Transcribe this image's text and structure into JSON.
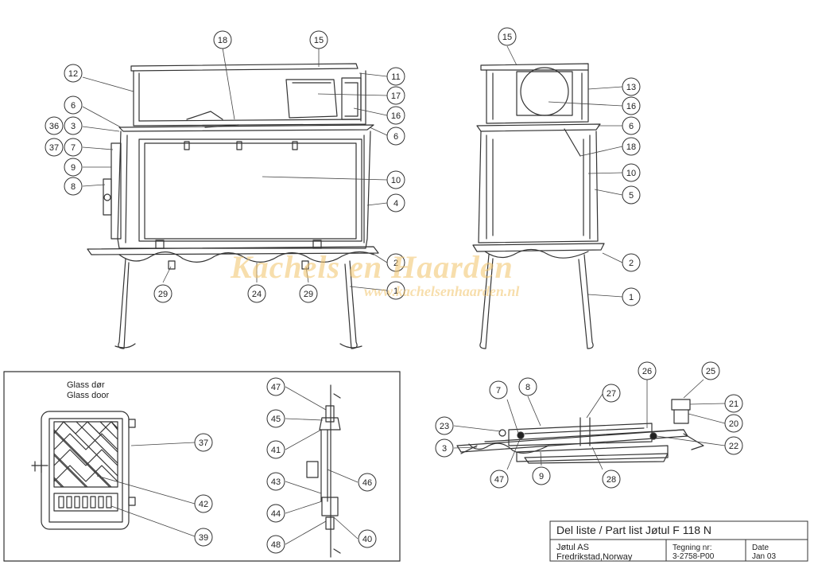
{
  "watermark": {
    "main": "Kachels en Haarden",
    "sub": "www.kachelsenhaarden.nl"
  },
  "panel": {
    "glass_door_label_no": "Glass dør",
    "glass_door_label_en": "Glass door"
  },
  "title_block": {
    "title": "Del liste / Part list Jøtul F 118 N",
    "company": "Jøtul AS",
    "location": "Fredrikstad,Norway",
    "drawing_label": "Tegning nr:",
    "drawing_number": "3-2758-P00",
    "date_label": "Date",
    "date_value": "Jan 03"
  },
  "callouts": [
    {
      "id": "front-15",
      "n": "15"
    },
    {
      "id": "front-18",
      "n": "18"
    },
    {
      "id": "front-12",
      "n": "12"
    },
    {
      "id": "front-11",
      "n": "11"
    },
    {
      "id": "front-17",
      "n": "17"
    },
    {
      "id": "front-16",
      "n": "16"
    },
    {
      "id": "front-6a",
      "n": "6"
    },
    {
      "id": "front-6b",
      "n": "6"
    },
    {
      "id": "front-36",
      "n": "36"
    },
    {
      "id": "front-3",
      "n": "3"
    },
    {
      "id": "front-37",
      "n": "37"
    },
    {
      "id": "front-7",
      "n": "7"
    },
    {
      "id": "front-9",
      "n": "9"
    },
    {
      "id": "front-8",
      "n": "8"
    },
    {
      "id": "front-10",
      "n": "10"
    },
    {
      "id": "front-4",
      "n": "4"
    },
    {
      "id": "front-2",
      "n": "2"
    },
    {
      "id": "front-1",
      "n": "1"
    },
    {
      "id": "front-29a",
      "n": "29"
    },
    {
      "id": "front-24",
      "n": "24"
    },
    {
      "id": "front-29b",
      "n": "29"
    },
    {
      "id": "side-15",
      "n": "15"
    },
    {
      "id": "side-13",
      "n": "13"
    },
    {
      "id": "side-16",
      "n": "16"
    },
    {
      "id": "side-6",
      "n": "6"
    },
    {
      "id": "side-18",
      "n": "18"
    },
    {
      "id": "side-10",
      "n": "10"
    },
    {
      "id": "side-5",
      "n": "5"
    },
    {
      "id": "side-2",
      "n": "2"
    },
    {
      "id": "side-1",
      "n": "1"
    },
    {
      "id": "door-37",
      "n": "37"
    },
    {
      "id": "door-42",
      "n": "42"
    },
    {
      "id": "door-39",
      "n": "39"
    },
    {
      "id": "sec-47",
      "n": "47"
    },
    {
      "id": "sec-45",
      "n": "45"
    },
    {
      "id": "sec-41",
      "n": "41"
    },
    {
      "id": "sec-46",
      "n": "46"
    },
    {
      "id": "sec-43",
      "n": "43"
    },
    {
      "id": "sec-44",
      "n": "44"
    },
    {
      "id": "sec-48",
      "n": "48"
    },
    {
      "id": "sec-40",
      "n": "40"
    },
    {
      "id": "bot-26",
      "n": "26"
    },
    {
      "id": "bot-25",
      "n": "25"
    },
    {
      "id": "bot-7",
      "n": "7"
    },
    {
      "id": "bot-8",
      "n": "8"
    },
    {
      "id": "bot-27",
      "n": "27"
    },
    {
      "id": "bot-21",
      "n": "21"
    },
    {
      "id": "bot-23",
      "n": "23"
    },
    {
      "id": "bot-20",
      "n": "20"
    },
    {
      "id": "bot-3",
      "n": "3"
    },
    {
      "id": "bot-22",
      "n": "22"
    },
    {
      "id": "bot-47",
      "n": "47"
    },
    {
      "id": "bot-9",
      "n": "9"
    },
    {
      "id": "bot-28",
      "n": "28"
    }
  ]
}
